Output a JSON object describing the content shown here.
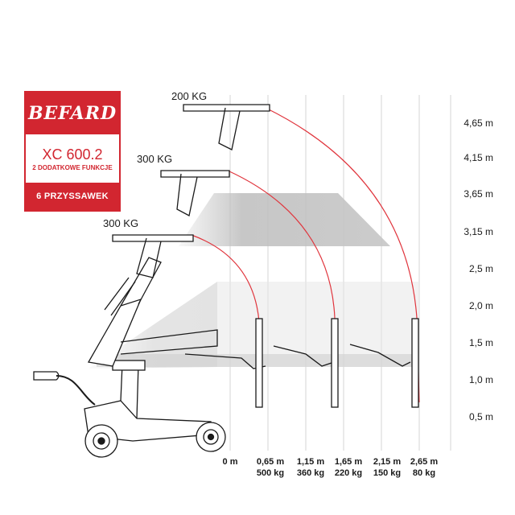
{
  "badge": {
    "brand": "BEFARD",
    "model": "XC 600.2",
    "functions": "2 DODATKOWE FUNKCJE",
    "suction": "6 PRZYSSAWEK"
  },
  "loads": {
    "top": "200 KG",
    "middle": "300 KG",
    "low": "300 KG"
  },
  "y_axis": [
    "4,65 m",
    "4,15 m",
    "3,65 m",
    "3,15 m",
    "2,5 m",
    "2,0 m",
    "1,5 m",
    "1,0 m",
    "0,5 m"
  ],
  "x_axis": [
    {
      "reach": "0 m",
      "load": ""
    },
    {
      "reach": "0,65 m",
      "load": "500 kg"
    },
    {
      "reach": "1,15 m",
      "load": "360 kg"
    },
    {
      "reach": "1,65 m",
      "load": "220 kg"
    },
    {
      "reach": "2,15 m",
      "load": "150 kg"
    },
    {
      "reach": "2,65 m",
      "load": "80 kg"
    }
  ],
  "colors": {
    "brand_red": "#d22630",
    "arc_red": "#e0343c",
    "grid": "#d6d6d6",
    "shade": "#bdbdbd",
    "line": "#1a1a1a"
  }
}
